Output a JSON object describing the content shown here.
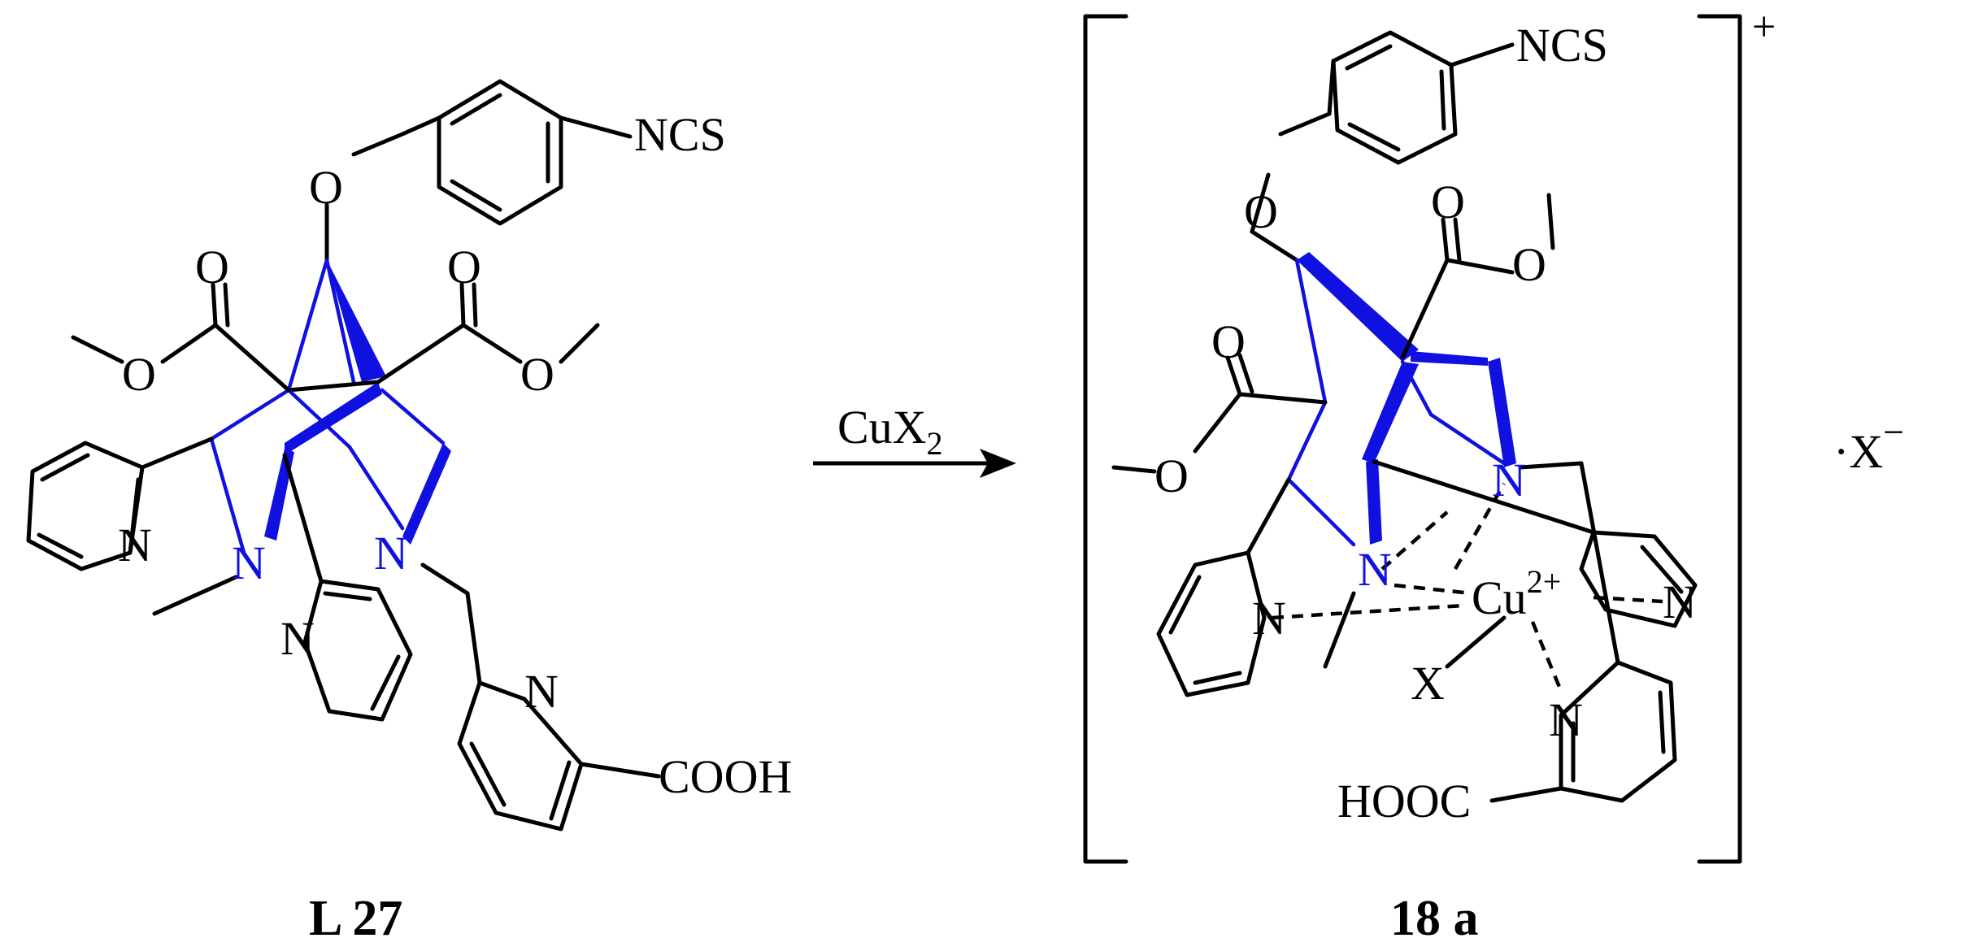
{
  "reactant": {
    "compound_label": "L 27",
    "atoms": {
      "isothiocyanate": "NCS",
      "ether_o": "O",
      "ester_left_carbonyl_o": "O",
      "ester_left_alkoxy_o": "O",
      "ester_right_carbonyl_o": "O",
      "ester_right_alkoxy_o": "O",
      "pyridine_left_n": "N",
      "amine_n1": "N",
      "pyridine_mid_n": "N",
      "amine_n2": "N",
      "picolinate_n": "N",
      "acid": "COOH"
    }
  },
  "reagent": {
    "formula_base": "CuX",
    "formula_subscript": "2"
  },
  "product": {
    "compound_label": "18 a",
    "charge": "+",
    "counterion_dot": "·",
    "counterion": "X",
    "counterion_charge": "−",
    "metal": "Cu",
    "metal_charge": "2+",
    "atoms": {
      "isothiocyanate": "NCS",
      "ether_o": "O",
      "ester_top_carbonyl_o": "O",
      "ester_top_alkoxy_o": "O",
      "ester_left_carbonyl_o": "O",
      "ester_left_alkoxy_o": "O",
      "amine_n_top": "N",
      "amine_n_mid": "N",
      "pyridine_left_n": "N",
      "pyridine_right_n": "N",
      "picolinate_n": "N",
      "halide": "X",
      "acid": "HOOC"
    }
  }
}
